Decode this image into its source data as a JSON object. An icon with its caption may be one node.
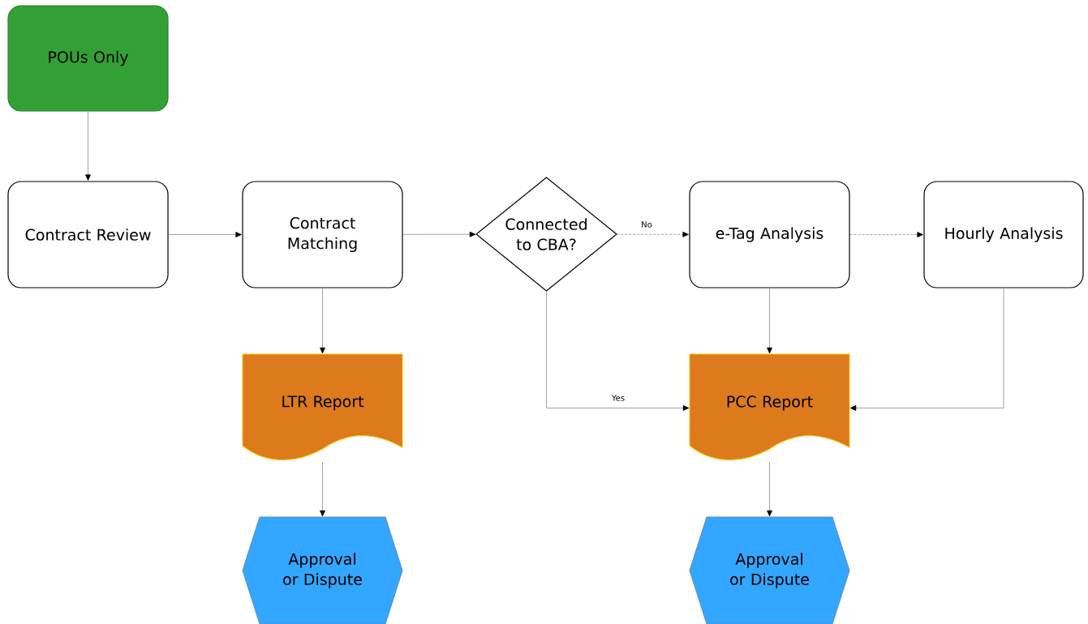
{
  "diagram": {
    "nodes": [
      {
        "text": [
          "POUs Only"
        ]
      },
      {
        "text": [
          "Contract Review"
        ]
      },
      {
        "text": [
          "Contract Matching"
        ]
      },
      {
        "text": [
          "Connected to CBA?"
        ]
      },
      {
        "text": [
          "e-Tag Analysis"
        ]
      },
      {
        "text": [
          "Hourly Analysis"
        ]
      },
      {
        "text": [
          "LTR Report"
        ]
      },
      {
        "text": [
          "PCC Report"
        ]
      },
      {
        "text": [
          "Approval or Dispute"
        ]
      },
      {
        "text": [
          "Approval or Dispute"
        ]
      }
    ],
    "edges": [
      {
        "from": 0,
        "to": 1,
        "arrow": "to"
      },
      {
        "from": 1,
        "to": 2,
        "arrow": "to"
      },
      {
        "from": 2,
        "to": 3,
        "arrow": "to"
      },
      {
        "from": 3,
        "to": 4,
        "arrow": "to",
        "label": "No",
        "style": "dashed"
      },
      {
        "from": 4,
        "to": 5,
        "arrow": "to",
        "style": "dashed"
      },
      {
        "from": 2,
        "to": 6,
        "arrow": "to"
      },
      {
        "from": 3,
        "to": 7,
        "arrow": "to",
        "label": "Yes"
      },
      {
        "from": 4,
        "to": 7,
        "arrow": "to"
      },
      {
        "from": 5,
        "to": 7,
        "arrow": "to"
      },
      {
        "from": 6,
        "to": 8,
        "arrow": "to"
      },
      {
        "from": 7,
        "to": 9,
        "arrow": "to"
      }
    ]
  }
}
